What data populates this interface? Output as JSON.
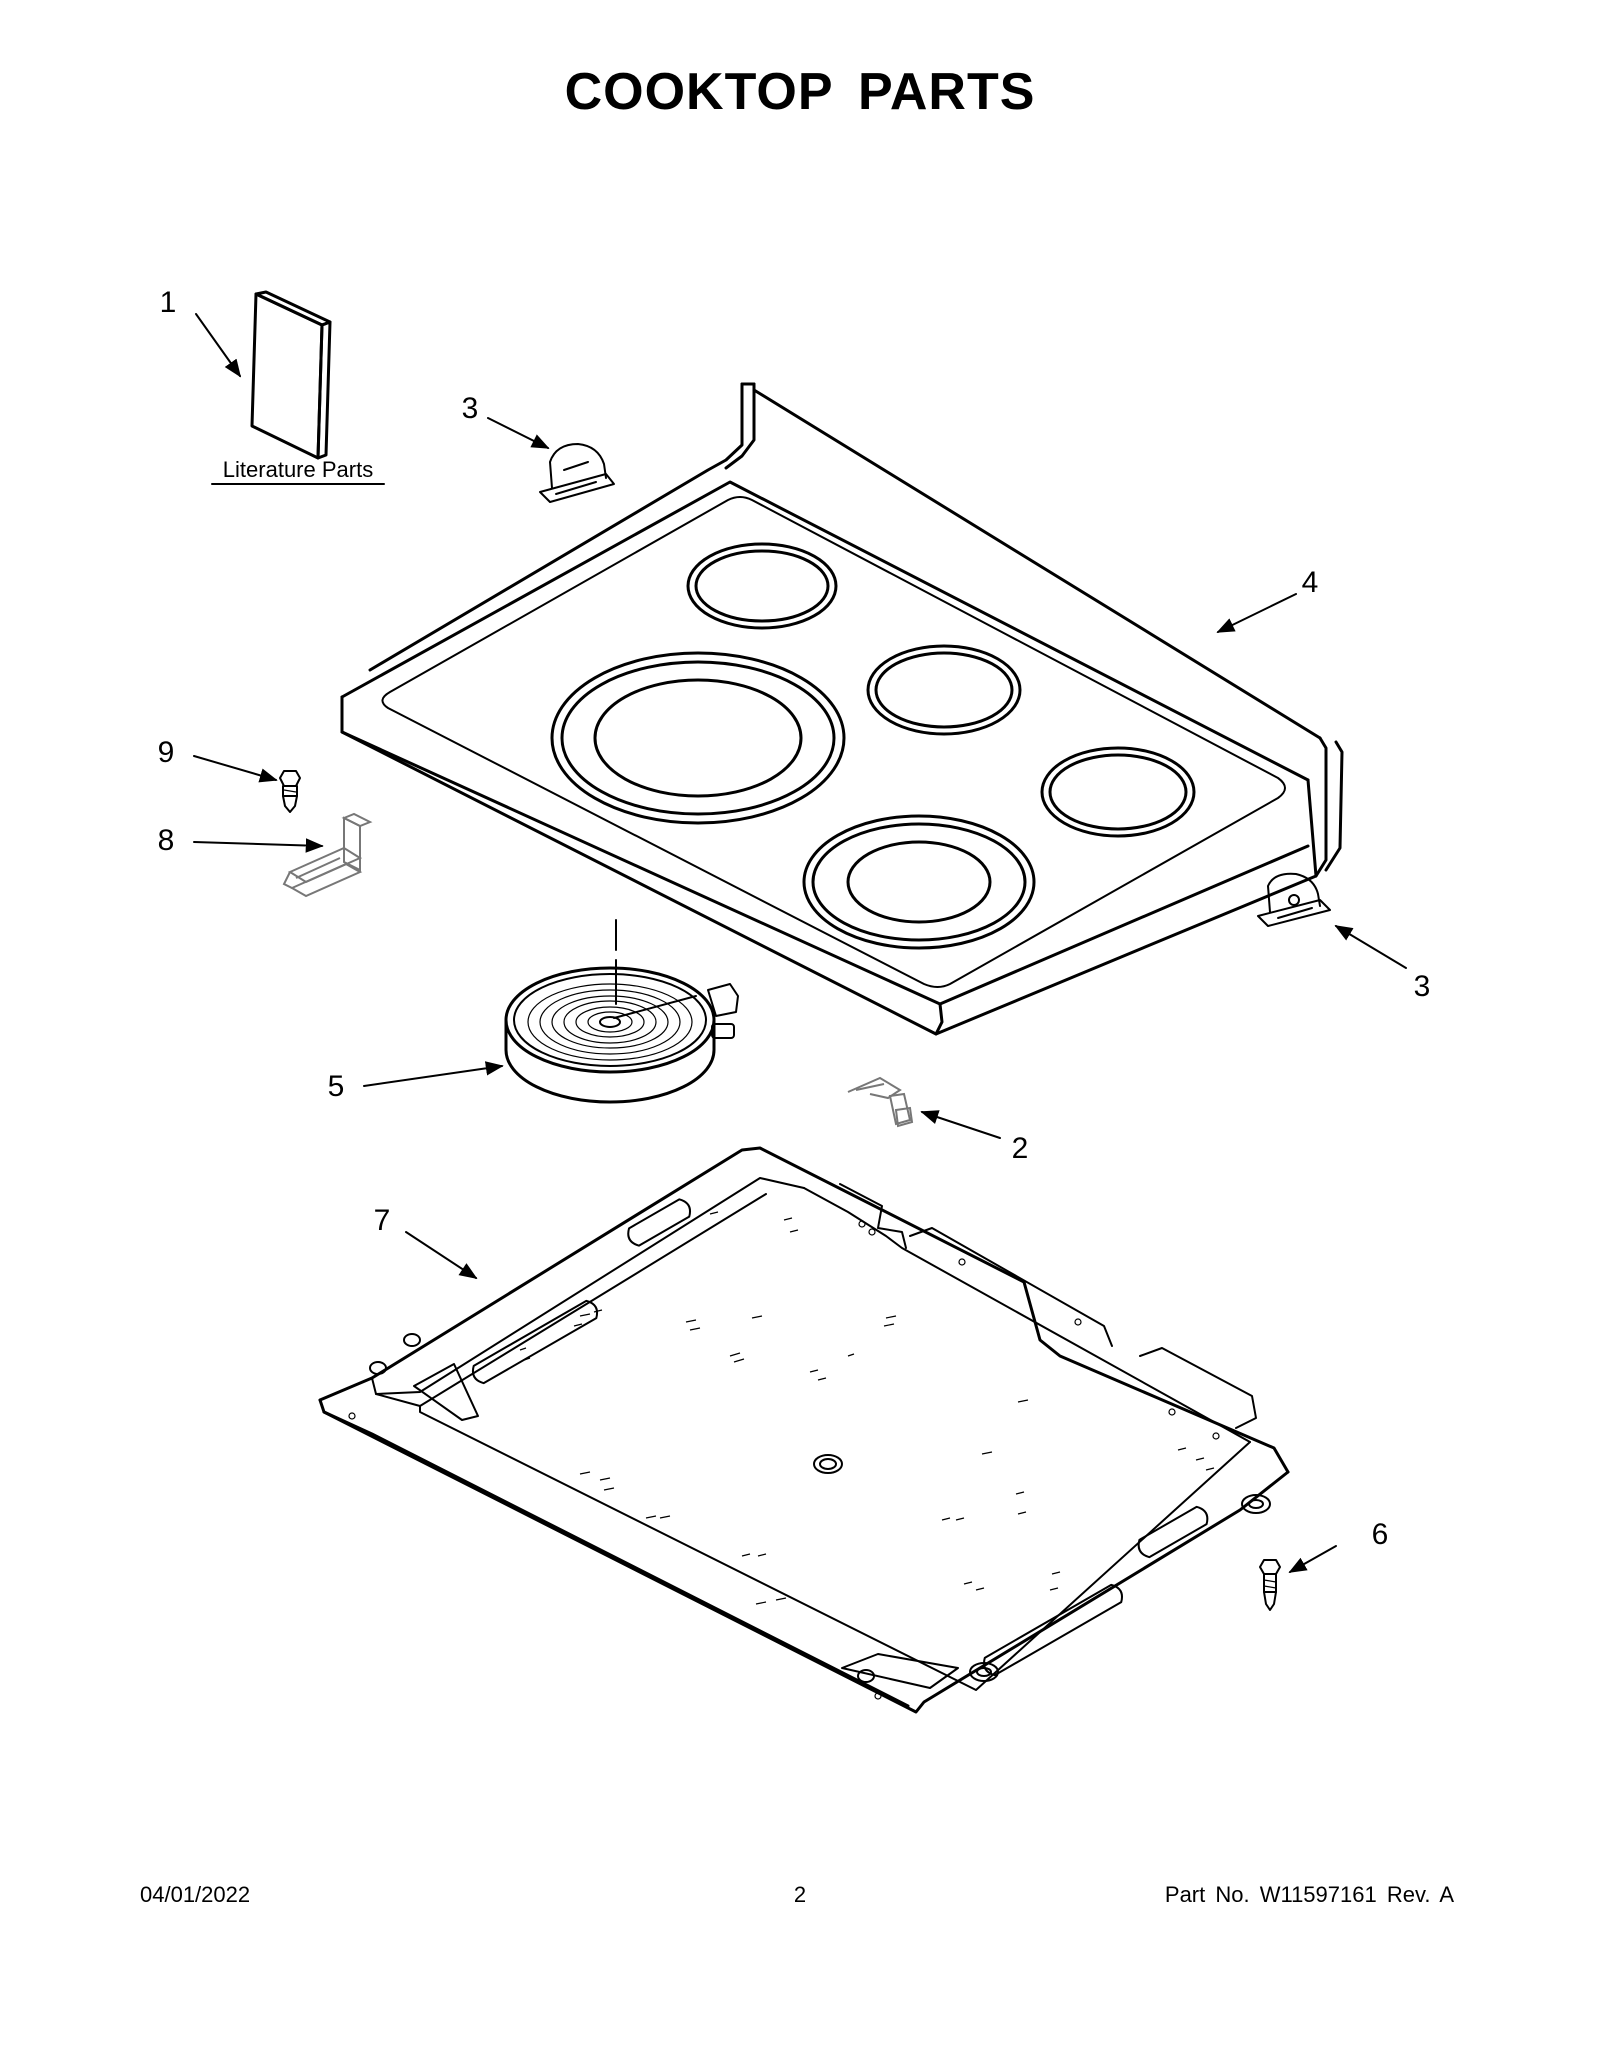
{
  "title": "COOKTOP PARTS",
  "callouts": [
    {
      "id": "c1",
      "text": "1"
    },
    {
      "id": "c3a",
      "text": "3"
    },
    {
      "id": "c4",
      "text": "4"
    },
    {
      "id": "c9",
      "text": "9"
    },
    {
      "id": "c8",
      "text": "8"
    },
    {
      "id": "c3b",
      "text": "3"
    },
    {
      "id": "c5",
      "text": "5"
    },
    {
      "id": "c2",
      "text": "2"
    },
    {
      "id": "c7",
      "text": "7"
    },
    {
      "id": "c6",
      "text": "6"
    }
  ],
  "literature_label": "Literature Parts",
  "footer": {
    "date": "04/01/2022",
    "page": "2",
    "part": "Part No.  W11597161  Rev.  A"
  }
}
